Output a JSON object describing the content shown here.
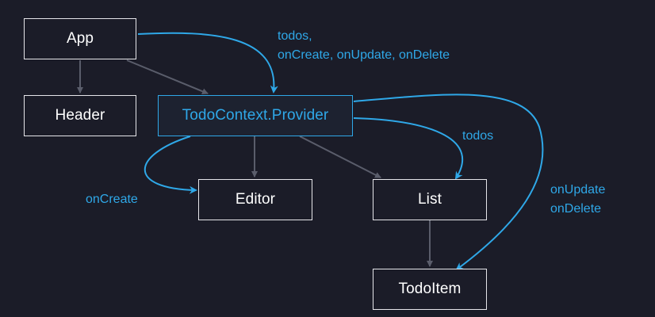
{
  "nodes": {
    "app": "App",
    "header": "Header",
    "provider": "TodoContext.Provider",
    "editor": "Editor",
    "list": "List",
    "todoitem": "TodoItem"
  },
  "labels": {
    "app_to_provider_1": "todos,",
    "app_to_provider_2": "onCreate, onUpdate, onDelete",
    "provider_to_list": "todos",
    "provider_to_editor": "onCreate",
    "provider_to_todoitem_1": "onUpdate",
    "provider_to_todoitem_2": "onDelete"
  },
  "colors": {
    "background": "#1b1c28",
    "box_border": "#e6e6ea",
    "accent": "#2fa8e8",
    "gray_arrow": "#5a5d6b"
  }
}
